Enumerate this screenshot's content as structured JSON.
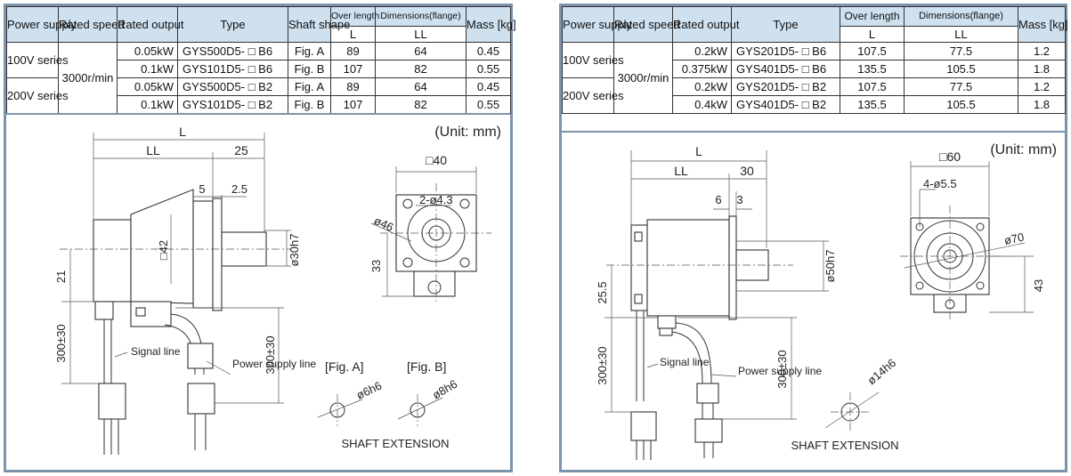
{
  "left": {
    "headers": {
      "power_supply": "Power supply",
      "rated_speed": "Rated speed",
      "rated_output": "Rated output",
      "type": "Type",
      "shaft_shape": "Shaft shape",
      "over_length": "Over length",
      "over_length_sub": "L",
      "dimensions": "Dimensions(flange)",
      "dimensions_sub": "LL",
      "mass": "Mass [kg]"
    },
    "groups": [
      {
        "power": "100V series"
      },
      {
        "power": "200V series"
      }
    ],
    "speed": "3000r/min",
    "rows": [
      {
        "output": "0.05kW",
        "type": "GYS500D5- □ B6",
        "shaft": "Fig. A",
        "L": "89",
        "LL": "64",
        "mass": "0.45"
      },
      {
        "output": "0.1kW",
        "type": "GYS101D5- □ B6",
        "shaft": "Fig. B",
        "L": "107",
        "LL": "82",
        "mass": "0.55"
      },
      {
        "output": "0.05kW",
        "type": "GYS500D5- □ B2",
        "shaft": "Fig. A",
        "L": "89",
        "LL": "64",
        "mass": "0.45"
      },
      {
        "output": "0.1kW",
        "type": "GYS101D5- □ B2",
        "shaft": "Fig. B",
        "L": "107",
        "LL": "82",
        "mass": "0.55"
      }
    ],
    "drawing": {
      "unit": "(Unit: mm)",
      "dim_L": "L",
      "dim_LL": "LL",
      "dim_25": "25",
      "dim_5": "5",
      "dim_2_5": "2.5",
      "dim_sq42": "□42",
      "dim_shaft": "ø30h7",
      "dim_21": "21",
      "dim_cable": "300±30",
      "dim_cable2": "300±30",
      "signal_line": "Signal line",
      "power_line": "Power supply line",
      "dim_sq40": "□40",
      "dim_holes": "2-ø4.3",
      "dim_46": "ø46",
      "dim_33": "33",
      "fig_a": "[Fig. A]",
      "fig_b": "[Fig. B]",
      "fig_a_dim": "ø6h6",
      "fig_b_dim": "ø8h6",
      "shaft_ext": "SHAFT EXTENSION"
    }
  },
  "right": {
    "headers": {
      "power_supply": "Power supply",
      "rated_speed": "Rated speed",
      "rated_output": "Rated output",
      "type": "Type",
      "over_length": "Over length",
      "over_length_sub": "L",
      "dimensions": "Dimensions(flange)",
      "dimensions_sub": "LL",
      "mass": "Mass [kg]"
    },
    "groups": [
      {
        "power": "100V series"
      },
      {
        "power": "200V series"
      }
    ],
    "speed": "3000r/min",
    "rows": [
      {
        "output": "0.2kW",
        "type": "GYS201D5- □ B6",
        "L": "107.5",
        "LL": "77.5",
        "mass": "1.2"
      },
      {
        "output": "0.375kW",
        "type": "GYS401D5- □ B6",
        "L": "135.5",
        "LL": "105.5",
        "mass": "1.8"
      },
      {
        "output": "0.2kW",
        "type": "GYS201D5- □ B2",
        "L": "107.5",
        "LL": "77.5",
        "mass": "1.2"
      },
      {
        "output": "0.4kW",
        "type": "GYS401D5- □ B2",
        "L": "135.5",
        "LL": "105.5",
        "mass": "1.8"
      }
    ],
    "drawing": {
      "unit": "(Unit: mm)",
      "dim_L": "L",
      "dim_LL": "LL",
      "dim_30": "30",
      "dim_6": "6",
      "dim_3": "3",
      "dim_shaft": "ø50h7",
      "dim_25_5": "25.5",
      "dim_cable": "300±30",
      "dim_cable2": "300±30",
      "signal_line": "Signal line",
      "power_line": "Power supply line",
      "dim_sq60": "□60",
      "dim_holes": "4-ø5.5",
      "dim_70": "ø70",
      "dim_43": "43",
      "shaft_dim": "ø14h6",
      "shaft_ext": "SHAFT EXTENSION"
    }
  }
}
